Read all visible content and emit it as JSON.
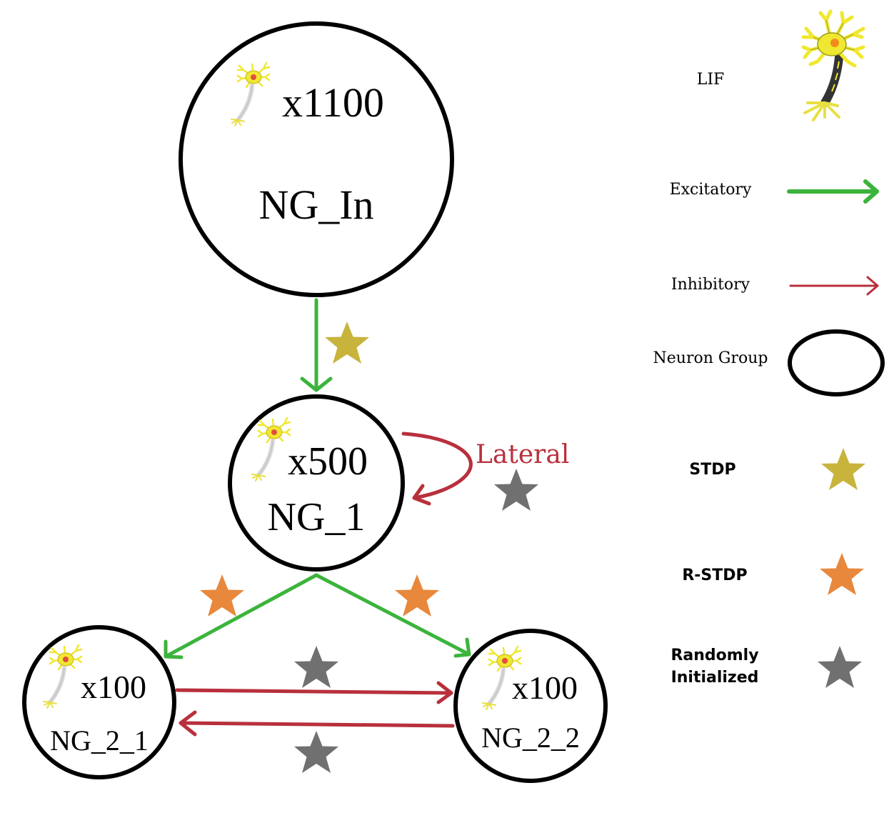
{
  "groups": {
    "in": {
      "count": "x1100",
      "name": "NG_In"
    },
    "g1": {
      "count": "x500",
      "name": "NG_1"
    },
    "g21": {
      "count": "x100",
      "name": "NG_2_1"
    },
    "g22": {
      "count": "x100",
      "name": "NG_2_2"
    }
  },
  "lateral_label": "Lateral",
  "legend": {
    "lif": "LIF",
    "excitatory": "Excitatory",
    "inhibitory": "Inhibitory",
    "neuron_group": "Neuron Group",
    "stdp": "STDP",
    "rstdp": "R-STDP",
    "random_line1": "Randomly",
    "random_line2": "Initialized"
  },
  "colors": {
    "excitatory": "#3cb43c",
    "inhibitory": "#b8303c",
    "stdp": "#c8b43c",
    "rstdp": "#e8883c",
    "random": "#707070",
    "neuron_body": "#f0e830",
    "neuron_axon": "#333333",
    "nucleus": "#f08c1c"
  }
}
